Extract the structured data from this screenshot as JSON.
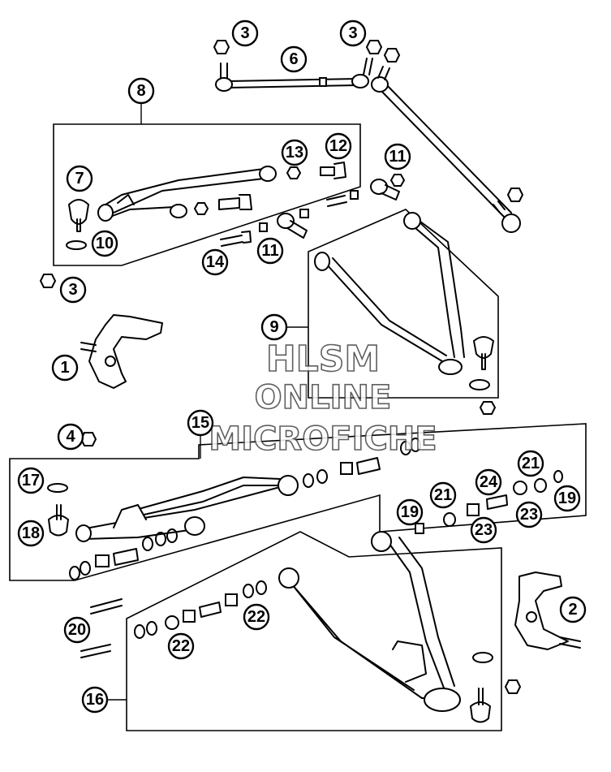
{
  "watermark": {
    "line1": "HLSM",
    "line2": "ONLINE",
    "line3": "MICROFICHE"
  },
  "callouts": [
    {
      "id": "c3a",
      "label": "3"
    },
    {
      "id": "c3b",
      "label": "3"
    },
    {
      "id": "c6",
      "label": "6"
    },
    {
      "id": "c8",
      "label": "8"
    },
    {
      "id": "c13",
      "label": "13"
    },
    {
      "id": "c12",
      "label": "12"
    },
    {
      "id": "c11a",
      "label": "11"
    },
    {
      "id": "c7",
      "label": "7"
    },
    {
      "id": "c10",
      "label": "10"
    },
    {
      "id": "c14",
      "label": "14"
    },
    {
      "id": "c11b",
      "label": "11"
    },
    {
      "id": "c3c",
      "label": "3"
    },
    {
      "id": "c9",
      "label": "9"
    },
    {
      "id": "c1",
      "label": "1"
    },
    {
      "id": "c4",
      "label": "4"
    },
    {
      "id": "c15",
      "label": "15"
    },
    {
      "id": "c17",
      "label": "17"
    },
    {
      "id": "c18",
      "label": "18"
    },
    {
      "id": "c21a",
      "label": "21"
    },
    {
      "id": "c24",
      "label": "24"
    },
    {
      "id": "c21b",
      "label": "21"
    },
    {
      "id": "c19a",
      "label": "19"
    },
    {
      "id": "c19b",
      "label": "19"
    },
    {
      "id": "c23a",
      "label": "23"
    },
    {
      "id": "c23b",
      "label": "23"
    },
    {
      "id": "c2",
      "label": "2"
    },
    {
      "id": "c20",
      "label": "20"
    },
    {
      "id": "c22a",
      "label": "22"
    },
    {
      "id": "c22b",
      "label": "22"
    },
    {
      "id": "c16",
      "label": "16"
    }
  ]
}
